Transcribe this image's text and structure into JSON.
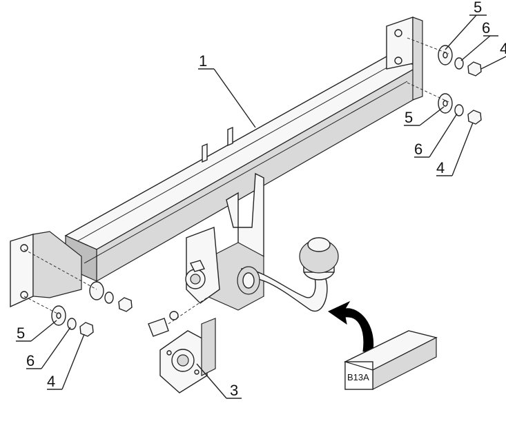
{
  "diagram": {
    "part_labels": {
      "beam": "1",
      "socket_plate": "3",
      "nut_top": "4",
      "nut_mid": "4",
      "nut_left": "4",
      "washer_top": "5",
      "washer_mid": "5",
      "washer_left": "5",
      "spring_top": "6",
      "spring_mid": "6",
      "spring_left": "6"
    },
    "box_code": "B13A"
  }
}
